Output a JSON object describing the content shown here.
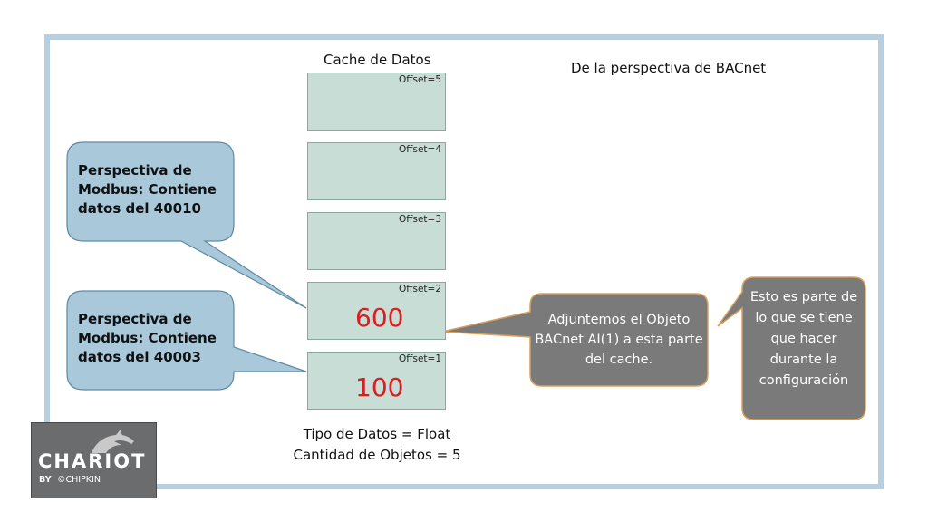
{
  "cache_title": "Cache de Datos",
  "bacnet_title": "De la perspectiva de BACnet",
  "cells": [
    {
      "offset": "Offset=5",
      "value": ""
    },
    {
      "offset": "Offset=4",
      "value": ""
    },
    {
      "offset": "Offset=3",
      "value": ""
    },
    {
      "offset": "Offset=2",
      "value": "600"
    },
    {
      "offset": "Offset=1",
      "value": "100"
    }
  ],
  "callouts": {
    "modbus_top": "Perspectiva de Modbus: Contiene datos del 40010",
    "modbus_bottom": "Perspectiva de Modbus: Contiene datos del 40003",
    "bacnet_object": "Adjuntemos el Objeto BACnet AI(1) a esta parte del cache.",
    "config_note": "Esto es parte de lo que se tiene que hacer durante la configuración"
  },
  "footer": {
    "data_type": "Tipo de Datos = Float",
    "object_count": "Cantidad de Objetos = 5"
  },
  "logo": {
    "word": "CHARIOT",
    "by": "BY",
    "brand": "©CHIPKIN"
  },
  "colors": {
    "frame": "#b7cfde",
    "cell": "#c7ddd6",
    "value_red": "#d81e1e",
    "bubble_blue": "#a9c8da",
    "bubble_gray": "#7a7a7a",
    "bubble_border_orange": "#d9a05b"
  }
}
